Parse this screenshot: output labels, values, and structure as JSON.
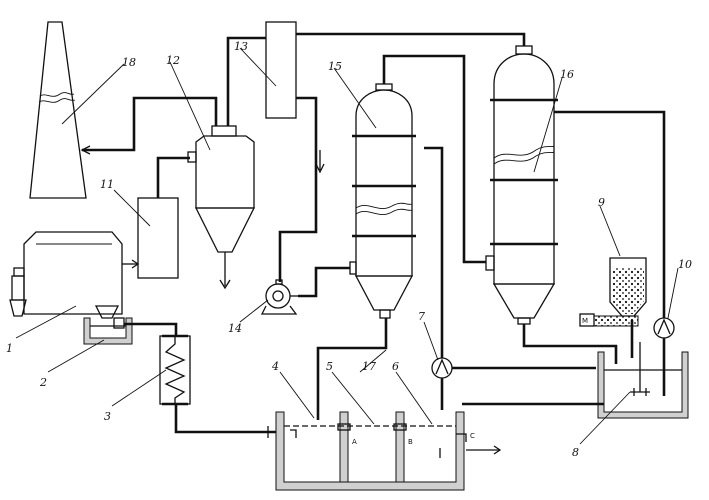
{
  "labels": {
    "n1": "1",
    "n2": "2",
    "n3": "3",
    "n4": "4",
    "n5": "5",
    "n6": "6",
    "n7": "7",
    "n8": "8",
    "n9": "9",
    "n10": "10",
    "n11": "11",
    "n12": "12",
    "n13": "13",
    "n14": "14",
    "n15": "15",
    "n16": "16",
    "n17": "17",
    "n18": "18"
  },
  "points": {
    "a": "A",
    "b": "B",
    "c": "C"
  },
  "motor": "M"
}
